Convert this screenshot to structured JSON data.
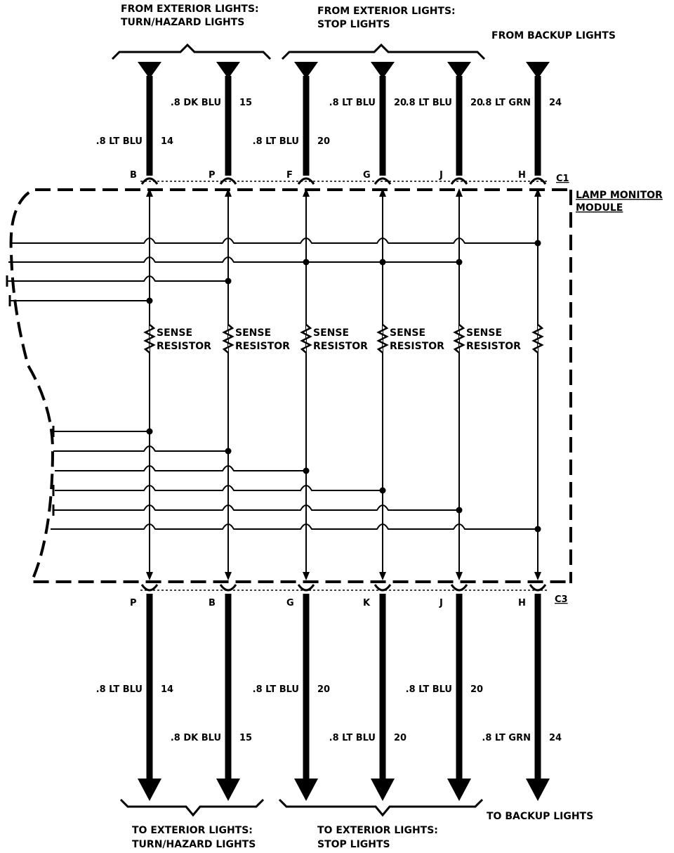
{
  "header": {
    "top_left": [
      "FROM EXTERIOR LIGHTS:",
      "TURN/HAZARD LIGHTS"
    ],
    "top_mid": [
      "FROM EXTERIOR LIGHTS:",
      "STOP LIGHTS"
    ],
    "top_right": "FROM BACKUP LIGHTS"
  },
  "footer": {
    "bottom_left": [
      "TO EXTERIOR LIGHTS:",
      "TURN/HAZARD LIGHTS"
    ],
    "bottom_mid": [
      "TO EXTERIOR LIGHTS:",
      "STOP LIGHTS"
    ],
    "bottom_right": "TO BACKUP LIGHTS"
  },
  "module": {
    "name_line1": "LAMP MONITOR",
    "name_line2": "MODULE",
    "connector_top": "C1",
    "connector_bottom": "C3"
  },
  "sense_resistor": [
    "SENSE",
    "RESISTOR"
  ],
  "channels": [
    {
      "top_pin": "B",
      "bottom_pin": "P",
      "top_wire": {
        "color": ".8 LT BLU",
        "circuit": "14"
      },
      "bottom_wire": {
        "color": ".8 LT BLU",
        "circuit": "14"
      },
      "has_sense_label": true
    },
    {
      "top_pin": "P",
      "bottom_pin": "B",
      "top_wire": {
        "color": ".8 DK BLU",
        "circuit": "15"
      },
      "bottom_wire": {
        "color": ".8 DK BLU",
        "circuit": "15"
      },
      "has_sense_label": true
    },
    {
      "top_pin": "F",
      "bottom_pin": "G",
      "top_wire": {
        "color": ".8 LT BLU",
        "circuit": "20"
      },
      "bottom_wire": {
        "color": ".8 LT BLU",
        "circuit": "20"
      },
      "has_sense_label": true
    },
    {
      "top_pin": "G",
      "bottom_pin": "K",
      "top_wire": {
        "color": ".8 LT BLU",
        "circuit": "20"
      },
      "bottom_wire": {
        "color": ".8 LT BLU",
        "circuit": "20"
      },
      "has_sense_label": true
    },
    {
      "top_pin": "J",
      "bottom_pin": "J",
      "top_wire": {
        "color": ".8 LT BLU",
        "circuit": "20"
      },
      "bottom_wire": {
        "color": ".8 LT BLU",
        "circuit": "20"
      },
      "has_sense_label": true
    },
    {
      "top_pin": "H",
      "bottom_pin": "H",
      "top_wire": {
        "color": ".8 LT GRN",
        "circuit": "24"
      },
      "bottom_wire": {
        "color": ".8 LT GRN",
        "circuit": "24"
      },
      "has_sense_label": false
    }
  ]
}
